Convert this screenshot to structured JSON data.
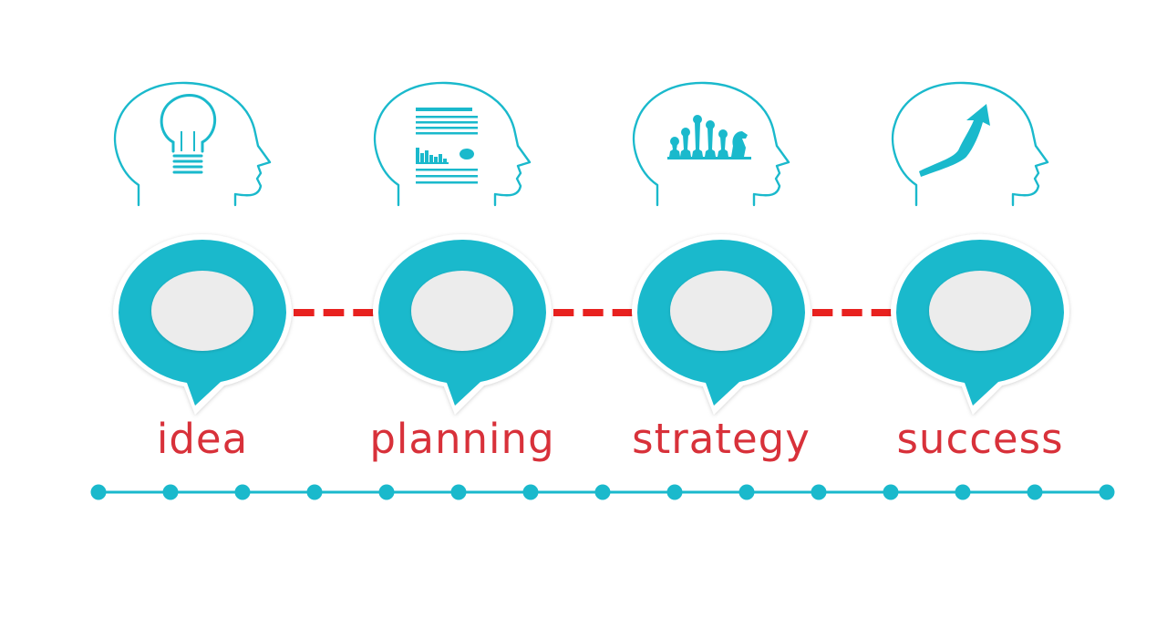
{
  "colors": {
    "accent": "#1ab9cc",
    "connector": "#e8211f",
    "label": "#d8313a",
    "bubble_inner": "#ececec",
    "background": "#ffffff"
  },
  "steps": [
    {
      "label": "idea",
      "icon": "lightbulb-head-icon"
    },
    {
      "label": "planning",
      "icon": "document-chart-head-icon"
    },
    {
      "label": "strategy",
      "icon": "chess-pieces-head-icon"
    },
    {
      "label": "success",
      "icon": "upward-arrow-head-icon"
    }
  ],
  "timeline": {
    "dot_count": 15
  }
}
